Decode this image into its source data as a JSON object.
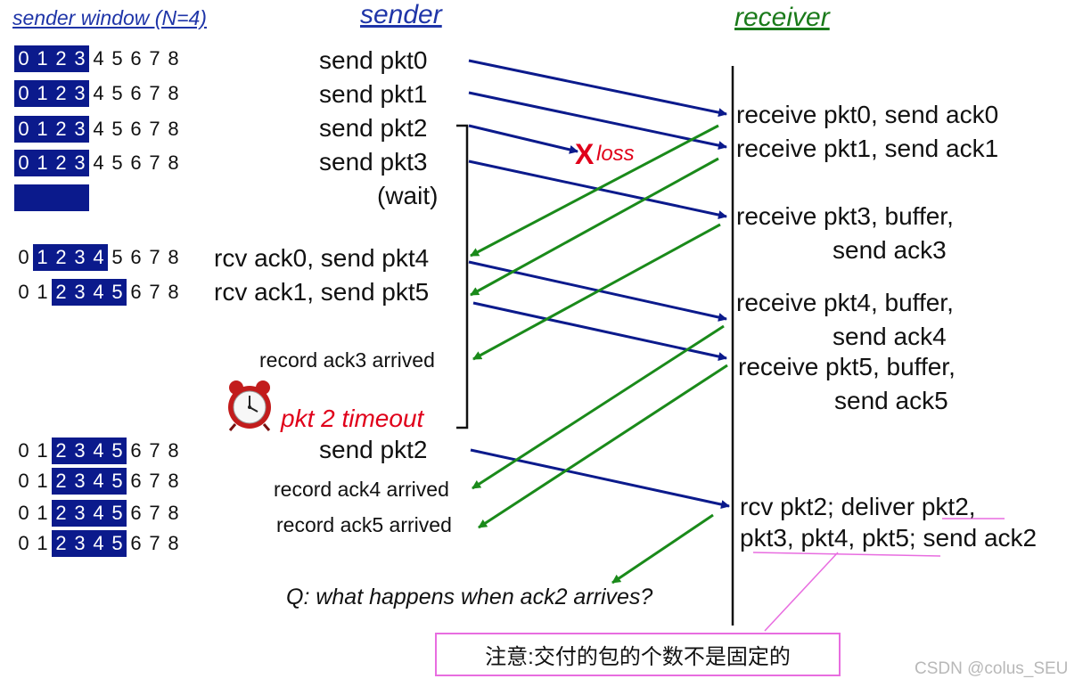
{
  "headers": {
    "sender_window_title": "sender window (N=4)",
    "sender": "sender",
    "receiver": "receiver"
  },
  "windows": [
    {
      "cells": [
        "0",
        "1",
        "2",
        "3",
        "4",
        "5",
        "6",
        "7",
        "8"
      ],
      "highlight": [
        0,
        1,
        2,
        3
      ]
    },
    {
      "cells": [
        "0",
        "1",
        "2",
        "3",
        "4",
        "5",
        "6",
        "7",
        "8"
      ],
      "highlight": [
        0,
        1,
        2,
        3
      ]
    },
    {
      "cells": [
        "0",
        "1",
        "2",
        "3",
        "4",
        "5",
        "6",
        "7",
        "8"
      ],
      "highlight": [
        0,
        1,
        2,
        3
      ]
    },
    {
      "cells": [
        "0",
        "1",
        "2",
        "3",
        "4",
        "5",
        "6",
        "7",
        "8"
      ],
      "highlight": [
        0,
        1,
        2,
        3
      ]
    },
    {
      "cells": [
        "0",
        "1",
        "2",
        "3",
        "4",
        "5",
        "6",
        "7",
        "8"
      ],
      "highlight": [
        1,
        2,
        3,
        4
      ]
    },
    {
      "cells": [
        "0",
        "1",
        "2",
        "3",
        "4",
        "5",
        "6",
        "7",
        "8"
      ],
      "highlight": [
        2,
        3,
        4,
        5
      ]
    },
    {
      "cells": [
        "0",
        "1",
        "2",
        "3",
        "4",
        "5",
        "6",
        "7",
        "8"
      ],
      "highlight": [
        2,
        3,
        4,
        5
      ]
    },
    {
      "cells": [
        "0",
        "1",
        "2",
        "3",
        "4",
        "5",
        "6",
        "7",
        "8"
      ],
      "highlight": [
        2,
        3,
        4,
        5
      ]
    },
    {
      "cells": [
        "0",
        "1",
        "2",
        "3",
        "4",
        "5",
        "6",
        "7",
        "8"
      ],
      "highlight": [
        2,
        3,
        4,
        5
      ]
    },
    {
      "cells": [
        "0",
        "1",
        "2",
        "3",
        "4",
        "5",
        "6",
        "7",
        "8"
      ],
      "highlight": [
        2,
        3,
        4,
        5
      ]
    }
  ],
  "sender_actions": {
    "send_pkt0": "send  pkt0",
    "send_pkt1": "send  pkt1",
    "send_pkt2": "send  pkt2",
    "send_pkt3": "send  pkt3",
    "wait": "(wait)",
    "rcv_ack0": "rcv ack0, send pkt4",
    "rcv_ack1": "rcv ack1, send pkt5",
    "record_ack3": "record ack3 arrived",
    "timeout": "pkt 2 timeout",
    "resend_pkt2": "send  pkt2",
    "record_ack4": "record ack4 arrived",
    "record_ack5": "record ack5 arrived"
  },
  "loss": {
    "mark": "X",
    "label": "loss"
  },
  "receiver_actions": {
    "r0": "receive pkt0, send ack0",
    "r1": "receive pkt1, send ack1",
    "r3a": "receive pkt3, buffer,",
    "r3b": "send ack3",
    "r4a": "receive pkt4, buffer,",
    "r4b": "send ack4",
    "r5a": "receive pkt5, buffer,",
    "r5b": "send ack5",
    "r2a": "rcv pkt2; deliver pkt2,",
    "r2b": "pkt3, pkt4, pkt5; send ack2"
  },
  "question": "Q: what happens when ack2 arrives?",
  "note": "注意:交付的包的个数不是固定的",
  "watermark": "CSDN @colus_SEU",
  "icons": {
    "clock": "alarm-clock-icon"
  },
  "colors": {
    "pkt_arrow": "#0b1a8c",
    "ack_arrow": "#1a8a1a",
    "accent_red": "#e0001a",
    "note_pink": "#e86de0"
  }
}
